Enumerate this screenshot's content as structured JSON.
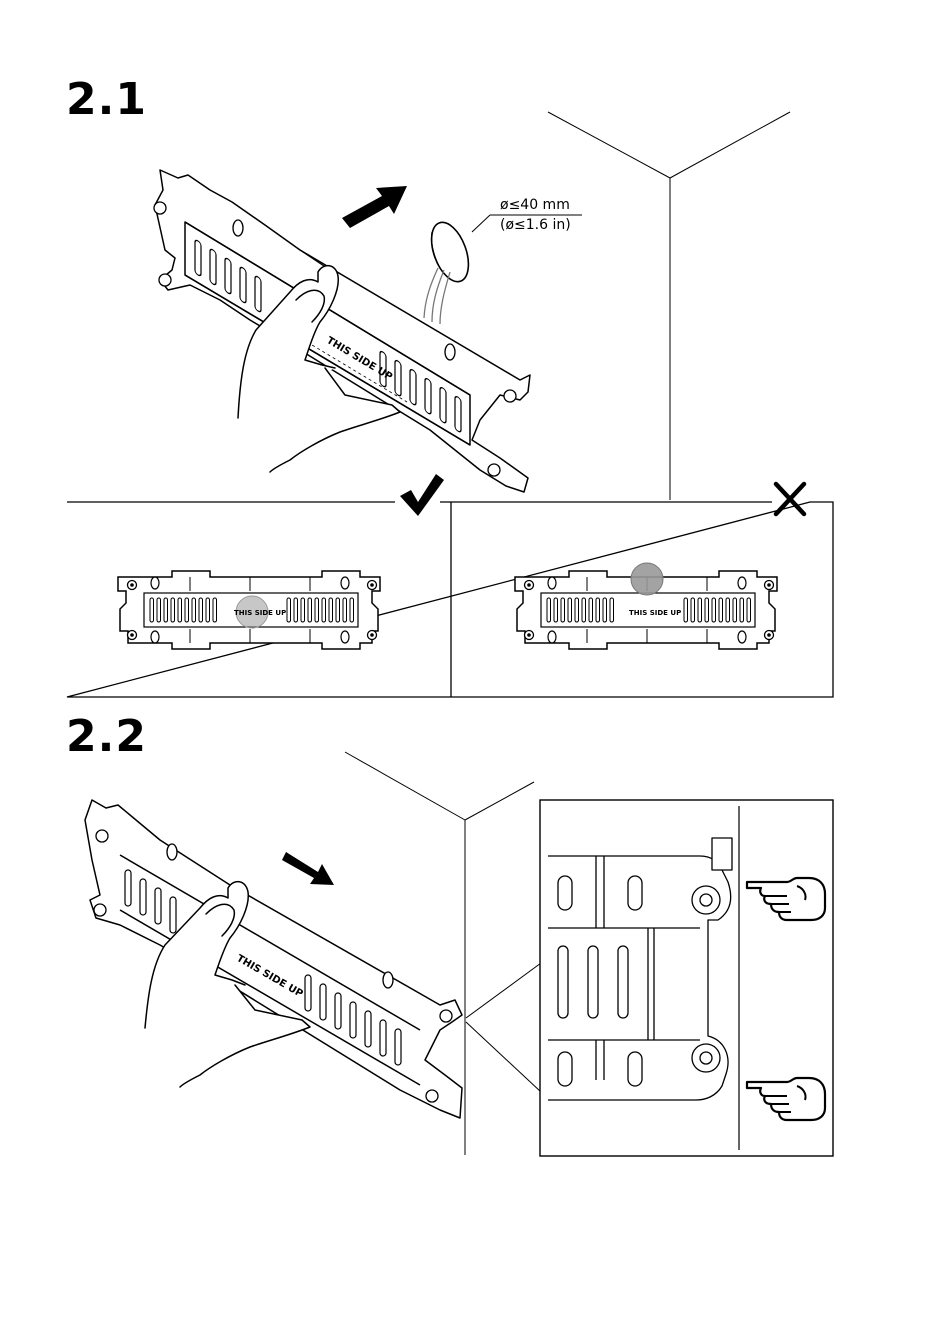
{
  "steps": {
    "step1_label": "2.1",
    "step2_label": "2.2"
  },
  "cable_hole": {
    "metric": "ø≤40 mm",
    "imperial": "(ø≤1.6 in)"
  },
  "bracket_text": "THIS SIDE UP",
  "panels": {
    "correct_symbol": "check-mark",
    "wrong_symbol": "cross-mark"
  },
  "icons": [
    "arrow-icon",
    "check-icon",
    "cross-icon",
    "pointing-hand-icon"
  ],
  "colors": {
    "line": "#000000",
    "hole_marker": "#999999"
  }
}
